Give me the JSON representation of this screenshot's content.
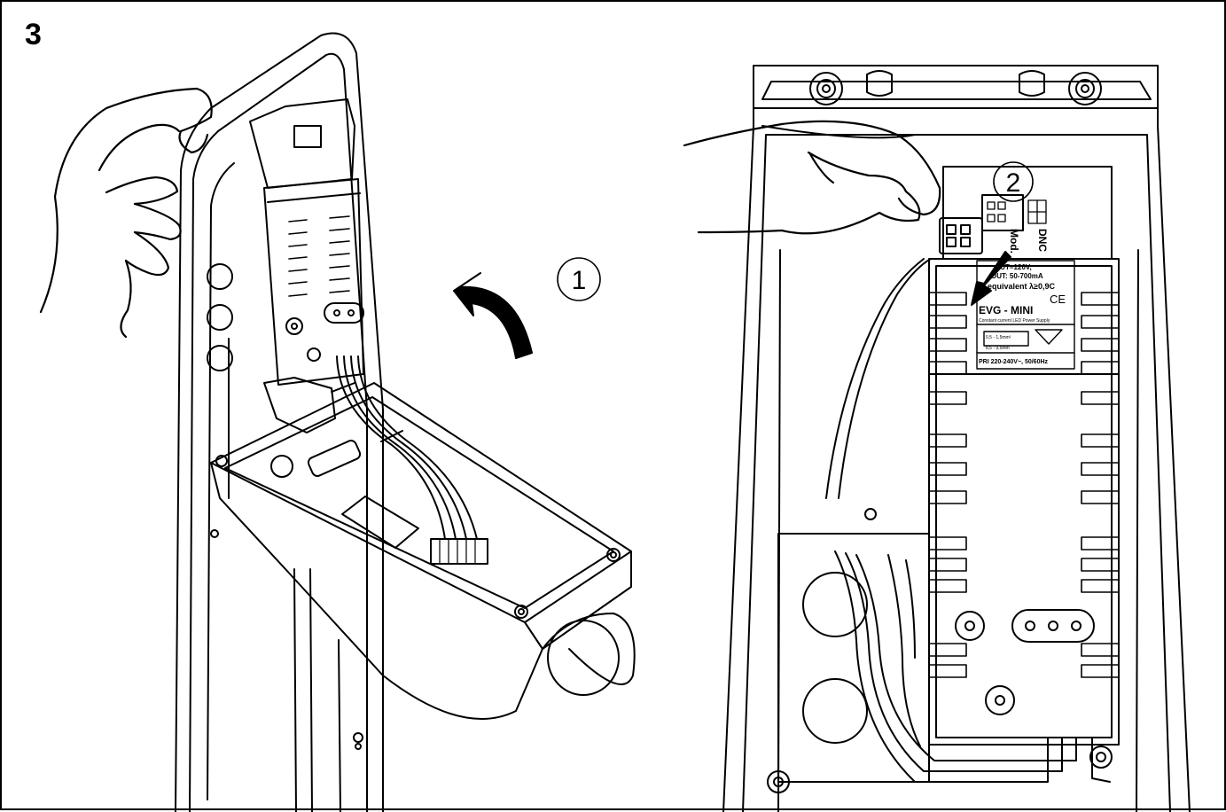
{
  "figure": {
    "step_number": "3",
    "callouts": [
      "1",
      "2"
    ],
    "connector_labels": {
      "mod": "Mod.",
      "dnc": "DNC"
    },
    "label": {
      "line1": "OUT=120V,",
      "line2": "OUT: 50-700mA",
      "line3": "equivalent λ≥0,9C",
      "ce": "CE",
      "model": "EVG - MINI",
      "subtitle": "Constant current LED Power Supply",
      "wire": "0,5 - 1,5mm²",
      "strip": "8,5 - 9,5mm",
      "rating": "PRI 220-240V~, 50/60Hz"
    }
  }
}
